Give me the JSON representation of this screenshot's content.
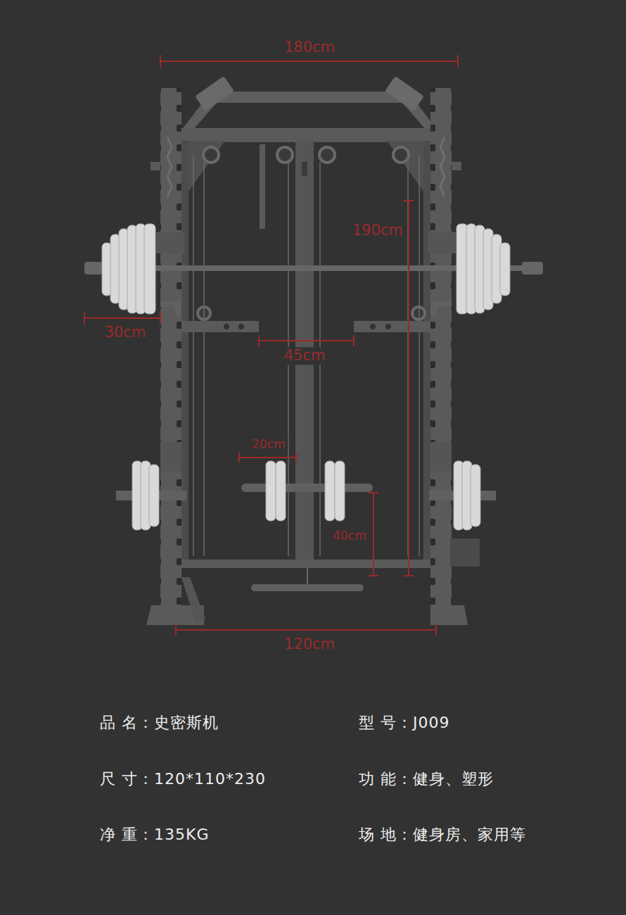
{
  "diagram": {
    "labels": [
      "180cm",
      "190cm",
      "30cm",
      "45cm",
      "20cm",
      "40cm",
      "120cm",
      "品 名：史密斯机",
      "型 号：J009",
      "尺 寸：120*110*230",
      "功 能：健身、塑形",
      "净 重：135KG",
      "场 地：健身房、家用等"
    ]
  }
}
